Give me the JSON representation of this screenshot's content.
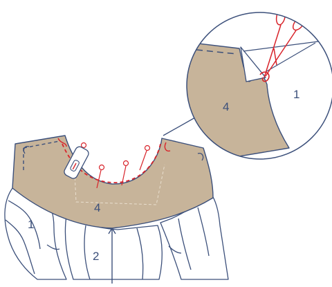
{
  "labels": {
    "piece_1_main": "1",
    "piece_2_main": "2",
    "piece_4_main": "4",
    "piece_4_zoom": "4",
    "piece_1_zoom": "1"
  },
  "colors": {
    "fabric": "#c7b49a",
    "outline": "#3b4f7a",
    "stitch_red": "#d8232a",
    "background": "#ffffff"
  },
  "icons": [
    "scissors-icon",
    "pin-icon",
    "presser-foot-icon"
  ]
}
